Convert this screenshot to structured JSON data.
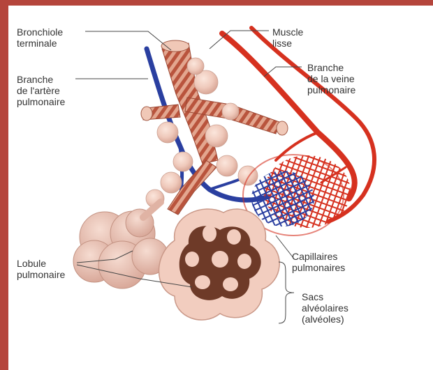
{
  "figure": {
    "labels": {
      "bronchiole": "Bronchiole\nterminale",
      "muscle": "Muscle\nlisse",
      "artery": "Branche\nde l'artère\npulmonaire",
      "vein": "Branche\nde la veine\npulmonaire",
      "lobule": "Lobule\npulmonaire",
      "capillaries": "Capillaires\npulmonaires",
      "sacs": "Sacs\nalvéolaires\n(alvéoles)"
    },
    "colors": {
      "frame": "#b5453c",
      "artery": "#2a3fa0",
      "vein": "#d6311f",
      "tissue": "#edc4b6",
      "bronchiole": "#c8684f",
      "label_text": "#333333"
    }
  }
}
